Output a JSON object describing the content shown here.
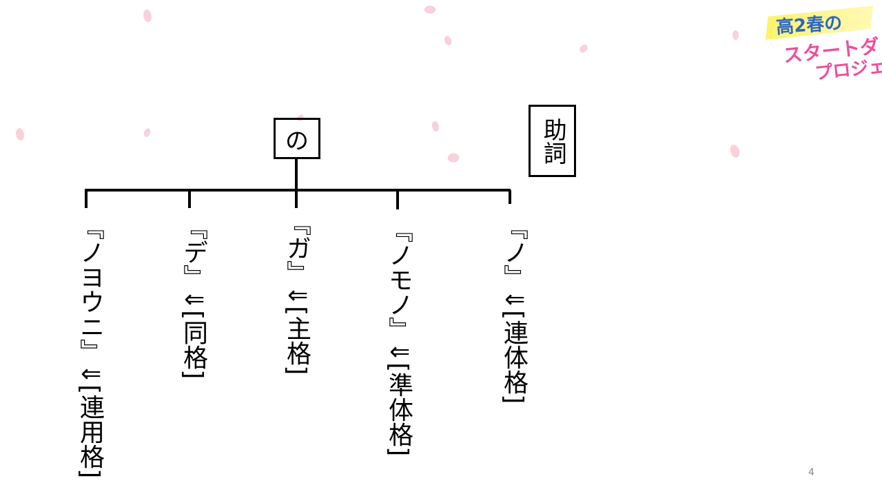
{
  "logo": {
    "line1": "高2春の",
    "line2": "スタートダッシュ",
    "line3": "プロジェクト"
  },
  "root": {
    "label": "の"
  },
  "category": {
    "label": "助詞"
  },
  "branches": [
    {
      "label": "『ノヨウニ』⇓[連用格]"
    },
    {
      "label": "『デ』⇓[同格]"
    },
    {
      "label": "『ガ』⇓[主格]"
    },
    {
      "label": "『ノモノ』⇓[準体格]"
    },
    {
      "label": "『ノ』⇓[連体格]"
    }
  ],
  "page_number": "4",
  "colors": {
    "petal": "#f8c9d4",
    "logo_blue": "#2b67c7",
    "logo_pink": "#ef4f9b",
    "logo_yellow": "#fff36b"
  }
}
